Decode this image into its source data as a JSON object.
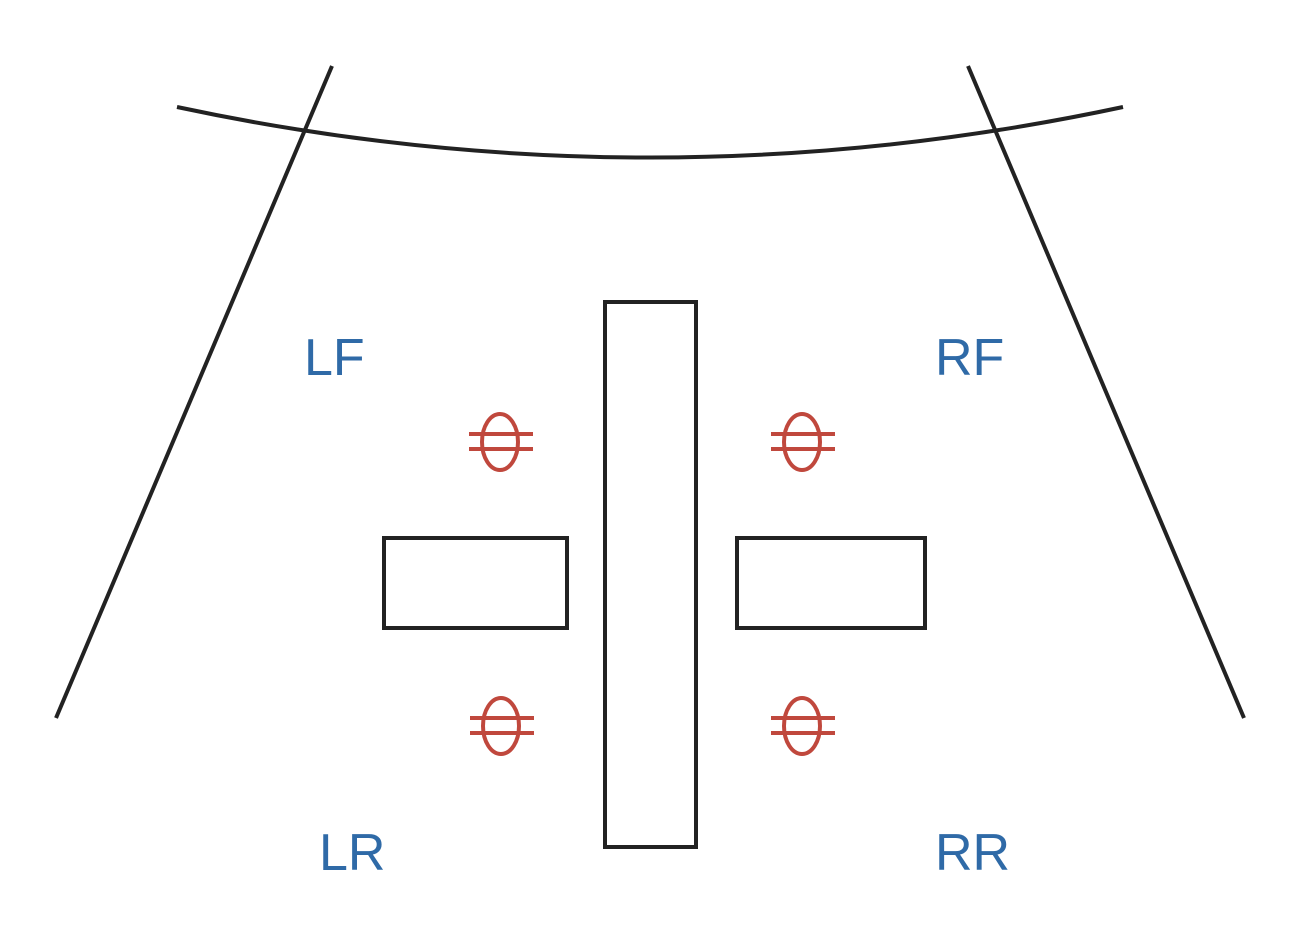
{
  "colors": {
    "outline": "#222222",
    "label": "#2f6aa7",
    "mic": "#c0483d",
    "background": "#ffffff"
  },
  "labels": {
    "left_front": "LF",
    "right_front": "RF",
    "left_rear": "LR",
    "right_rear": "RR"
  },
  "icons": {
    "mic_symbol": "microphone-symbol-icon"
  }
}
